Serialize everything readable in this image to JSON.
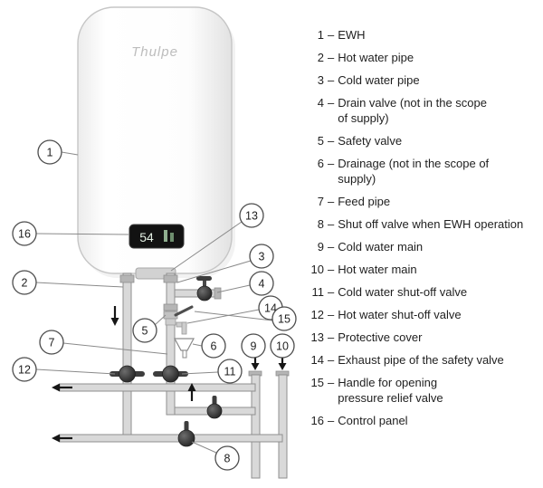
{
  "diagram": {
    "brand": "Thulpe",
    "display": {
      "value": "54"
    },
    "callouts": [
      {
        "num": "1"
      },
      {
        "num": "2"
      },
      {
        "num": "3"
      },
      {
        "num": "4"
      },
      {
        "num": "5"
      },
      {
        "num": "6"
      },
      {
        "num": "7"
      },
      {
        "num": "8"
      },
      {
        "num": "9"
      },
      {
        "num": "10"
      },
      {
        "num": "11"
      },
      {
        "num": "12"
      },
      {
        "num": "13"
      },
      {
        "num": "14"
      },
      {
        "num": "15"
      },
      {
        "num": "16"
      }
    ]
  },
  "legend": {
    "separator": "–",
    "items": [
      {
        "num": "1",
        "text": "EWH"
      },
      {
        "num": "2",
        "text": "Hot water pipe"
      },
      {
        "num": "3",
        "text": "Cold water pipe"
      },
      {
        "num": "4",
        "text": "Drain valve (not in the scope\nof supply)"
      },
      {
        "num": "5",
        "text": "Safety valve"
      },
      {
        "num": "6",
        "text": "Drainage (not in the scope of\nsupply)"
      },
      {
        "num": "7",
        "text": "Feed pipe"
      },
      {
        "num": "8",
        "text": "Shut off valve when EWH operation"
      },
      {
        "num": "9",
        "text": "Cold water main"
      },
      {
        "num": "10",
        "text": "Hot water main"
      },
      {
        "num": "11",
        "text": "Cold water shut-off valve"
      },
      {
        "num": "12",
        "text": "Hot water shut-off valve"
      },
      {
        "num": "13",
        "text": "Protective cover"
      },
      {
        "num": "14",
        "text": "Exhaust pipe of the safety valve"
      },
      {
        "num": "15",
        "text": "Handle for opening\npressure relief valve"
      },
      {
        "num": "16",
        "text": "Control panel"
      }
    ]
  }
}
